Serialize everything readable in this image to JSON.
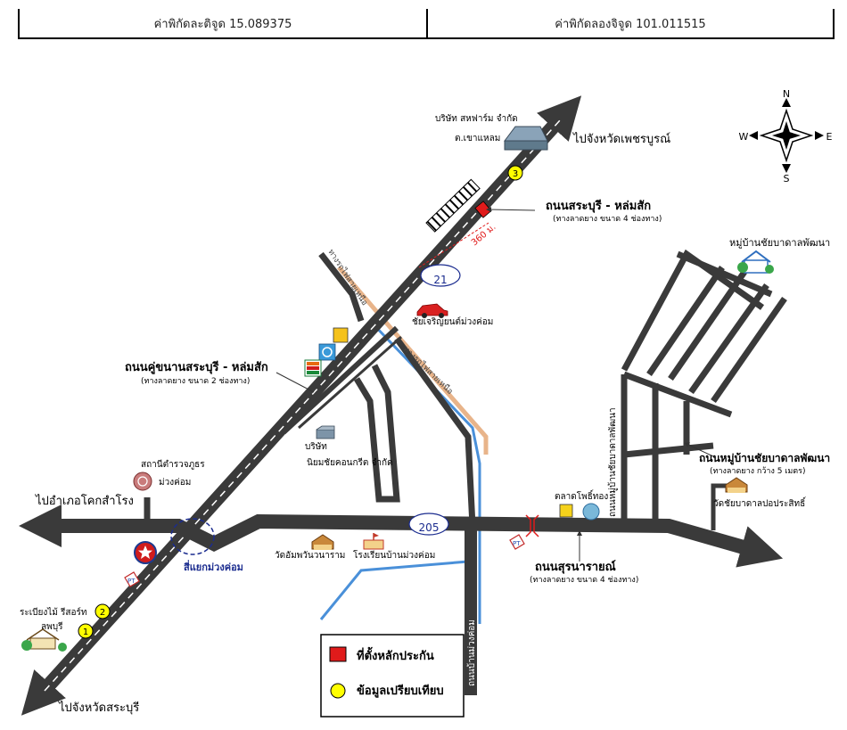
{
  "header": {
    "latitude_text": "ค่าพิกัดละติจูด 15.089375",
    "longitude_text": "ค่าพิกัดลองจิจูด 101.011515"
  },
  "compass": {
    "n": "N",
    "s": "S",
    "e": "E",
    "w": "W"
  },
  "labels": {
    "to_phetchabun": "ไปจังหวัดเพชรบูรณ์",
    "to_saraburi": "ไปจังหวัดสระบุรี",
    "to_khok_samrong": "ไปอำเภอโคกสำโรง",
    "company_farm_line1": "บริษัท สหฟาร์ม จำกัด",
    "company_farm_line2": "ต.เขาแหลม",
    "road_saraburi_lomsak": "ถนนสระบุรี - หล่มสัก",
    "road_saraburi_lomsak_sub": "(ทางลาดยาง ขนาด 4 ช่องทาง)",
    "road_parallel": "ถนนคู่ขนานสระบุรี - หล่มสัก",
    "road_parallel_sub": "(ทางลาดยาง ขนาด 2 ช่องทาง)",
    "road_suranarai": "ถนนสุรนารายณ์",
    "road_suranarai_sub": "(ทางลาดยาง ขนาด 4 ช่องทาง)",
    "village_road": "ถนนหมู่บ้านชัยบาดาลพัฒนา",
    "village_road_sub": "(ทางลาดยาง กว้าง 5 เมตร)",
    "village": "หมู่บ้านชัยบาดาลพัฒนา",
    "village_road_vertical": "ถนนหมู่บ้านชัยบาดาลพัฒนา",
    "distance": "360 ม.",
    "highway_21": "21",
    "highway_205": "205",
    "car_dealer": "ชัยเจริญยนต์ม่วงค่อม",
    "company_concrete_line1": "บริษัท",
    "company_concrete_line2": "นิยมชัยคอนกรีต จำกัด",
    "police_line1": "สถานีตำรวจภูธร",
    "police_line2": "ม่วงค่อม",
    "intersection": "สี่แยกม่วงค่อม",
    "temple_1": "วัดอัมพวันวนาราม",
    "school": "โรงเรียนบ้านม่วงค่อม",
    "market": "ตลาดโพธิ์ทอง",
    "temple_2": "วัดชัยบาดาลปอประสิทธิ์",
    "resort_line1": "ระเบียงไม้ รีสอร์ท",
    "resort_line2": "ลพบุรี",
    "rail_line_1": "ทางรถไฟสายเหนือ",
    "rail_line_2": "ทางรถไฟสายเหนือ",
    "road_ban_muang_khom": "ถนนบ้านม่วงค่อม",
    "comp_1": "1",
    "comp_2": "2",
    "comp_3": "3"
  },
  "legend": {
    "collateral": "ที่ตั้งหลักประกัน",
    "comparison": "ข้อมูลเปรียบเทียบ"
  },
  "colors": {
    "road": "#3a3a3a",
    "collateral": "#e01b1b",
    "comparison": "#ffff00",
    "canal": "#4a90d9",
    "rail": "#e8b48a",
    "route_label": "#1b2c8f"
  }
}
